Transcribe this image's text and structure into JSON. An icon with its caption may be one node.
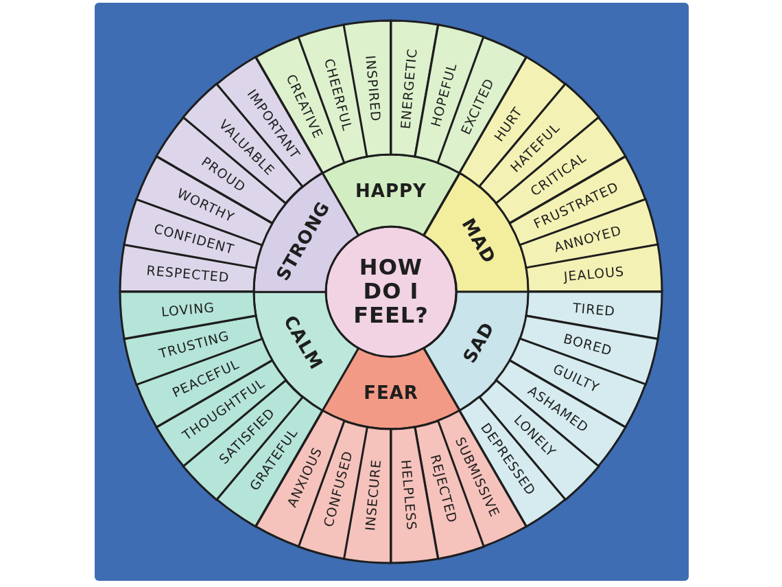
{
  "diagram": {
    "nodes": [
      {
        "text": [
          "HOW DO I FEEL?"
        ]
      },
      {
        "text": [
          "HAPPY"
        ]
      },
      {
        "text": [
          "MAD"
        ]
      },
      {
        "text": [
          "SAD"
        ]
      },
      {
        "text": [
          "FEAR"
        ]
      },
      {
        "text": [
          "CALM"
        ]
      },
      {
        "text": [
          "STRONG"
        ]
      },
      {
        "text": [
          "CREATIVE"
        ]
      },
      {
        "text": [
          "CHEERFUL"
        ]
      },
      {
        "text": [
          "INSPIRED"
        ]
      },
      {
        "text": [
          "ENERGETIC"
        ]
      },
      {
        "text": [
          "HOPEFUL"
        ]
      },
      {
        "text": [
          "EXCITED"
        ]
      },
      {
        "text": [
          "HURT"
        ]
      },
      {
        "text": [
          "HATEFUL"
        ]
      },
      {
        "text": [
          "CRITICAL"
        ]
      },
      {
        "text": [
          "FRUSTRATED"
        ]
      },
      {
        "text": [
          "ANNOYED"
        ]
      },
      {
        "text": [
          "JEALOUS"
        ]
      },
      {
        "text": [
          "TIRED"
        ]
      },
      {
        "text": [
          "BORED"
        ]
      },
      {
        "text": [
          "GUILTY"
        ]
      },
      {
        "text": [
          "ASHAMED"
        ]
      },
      {
        "text": [
          "LONELY"
        ]
      },
      {
        "text": [
          "DEPRESSED"
        ]
      },
      {
        "text": [
          "SUBMISSIVE"
        ]
      },
      {
        "text": [
          "REJECTED"
        ]
      },
      {
        "text": [
          "HELPLESS"
        ]
      },
      {
        "text": [
          "INSECURE"
        ]
      },
      {
        "text": [
          "CONFUSED"
        ]
      },
      {
        "text": [
          "ANXIOUS"
        ]
      },
      {
        "text": [
          "GRATEFUL"
        ]
      },
      {
        "text": [
          "SATISFIED"
        ]
      },
      {
        "text": [
          "THOUGHTFUL"
        ]
      },
      {
        "text": [
          "PEACEFUL"
        ]
      },
      {
        "text": [
          "TRUSTING"
        ]
      },
      {
        "text": [
          "LOVING"
        ]
      },
      {
        "text": [
          "RESPECTED"
        ]
      },
      {
        "text": [
          "CONFIDENT"
        ]
      },
      {
        "text": [
          "WORTHY"
        ]
      },
      {
        "text": [
          "PROUD"
        ]
      },
      {
        "text": [
          "VALUABLE"
        ]
      },
      {
        "text": [
          "IMPORTANT"
        ]
      }
    ]
  }
}
